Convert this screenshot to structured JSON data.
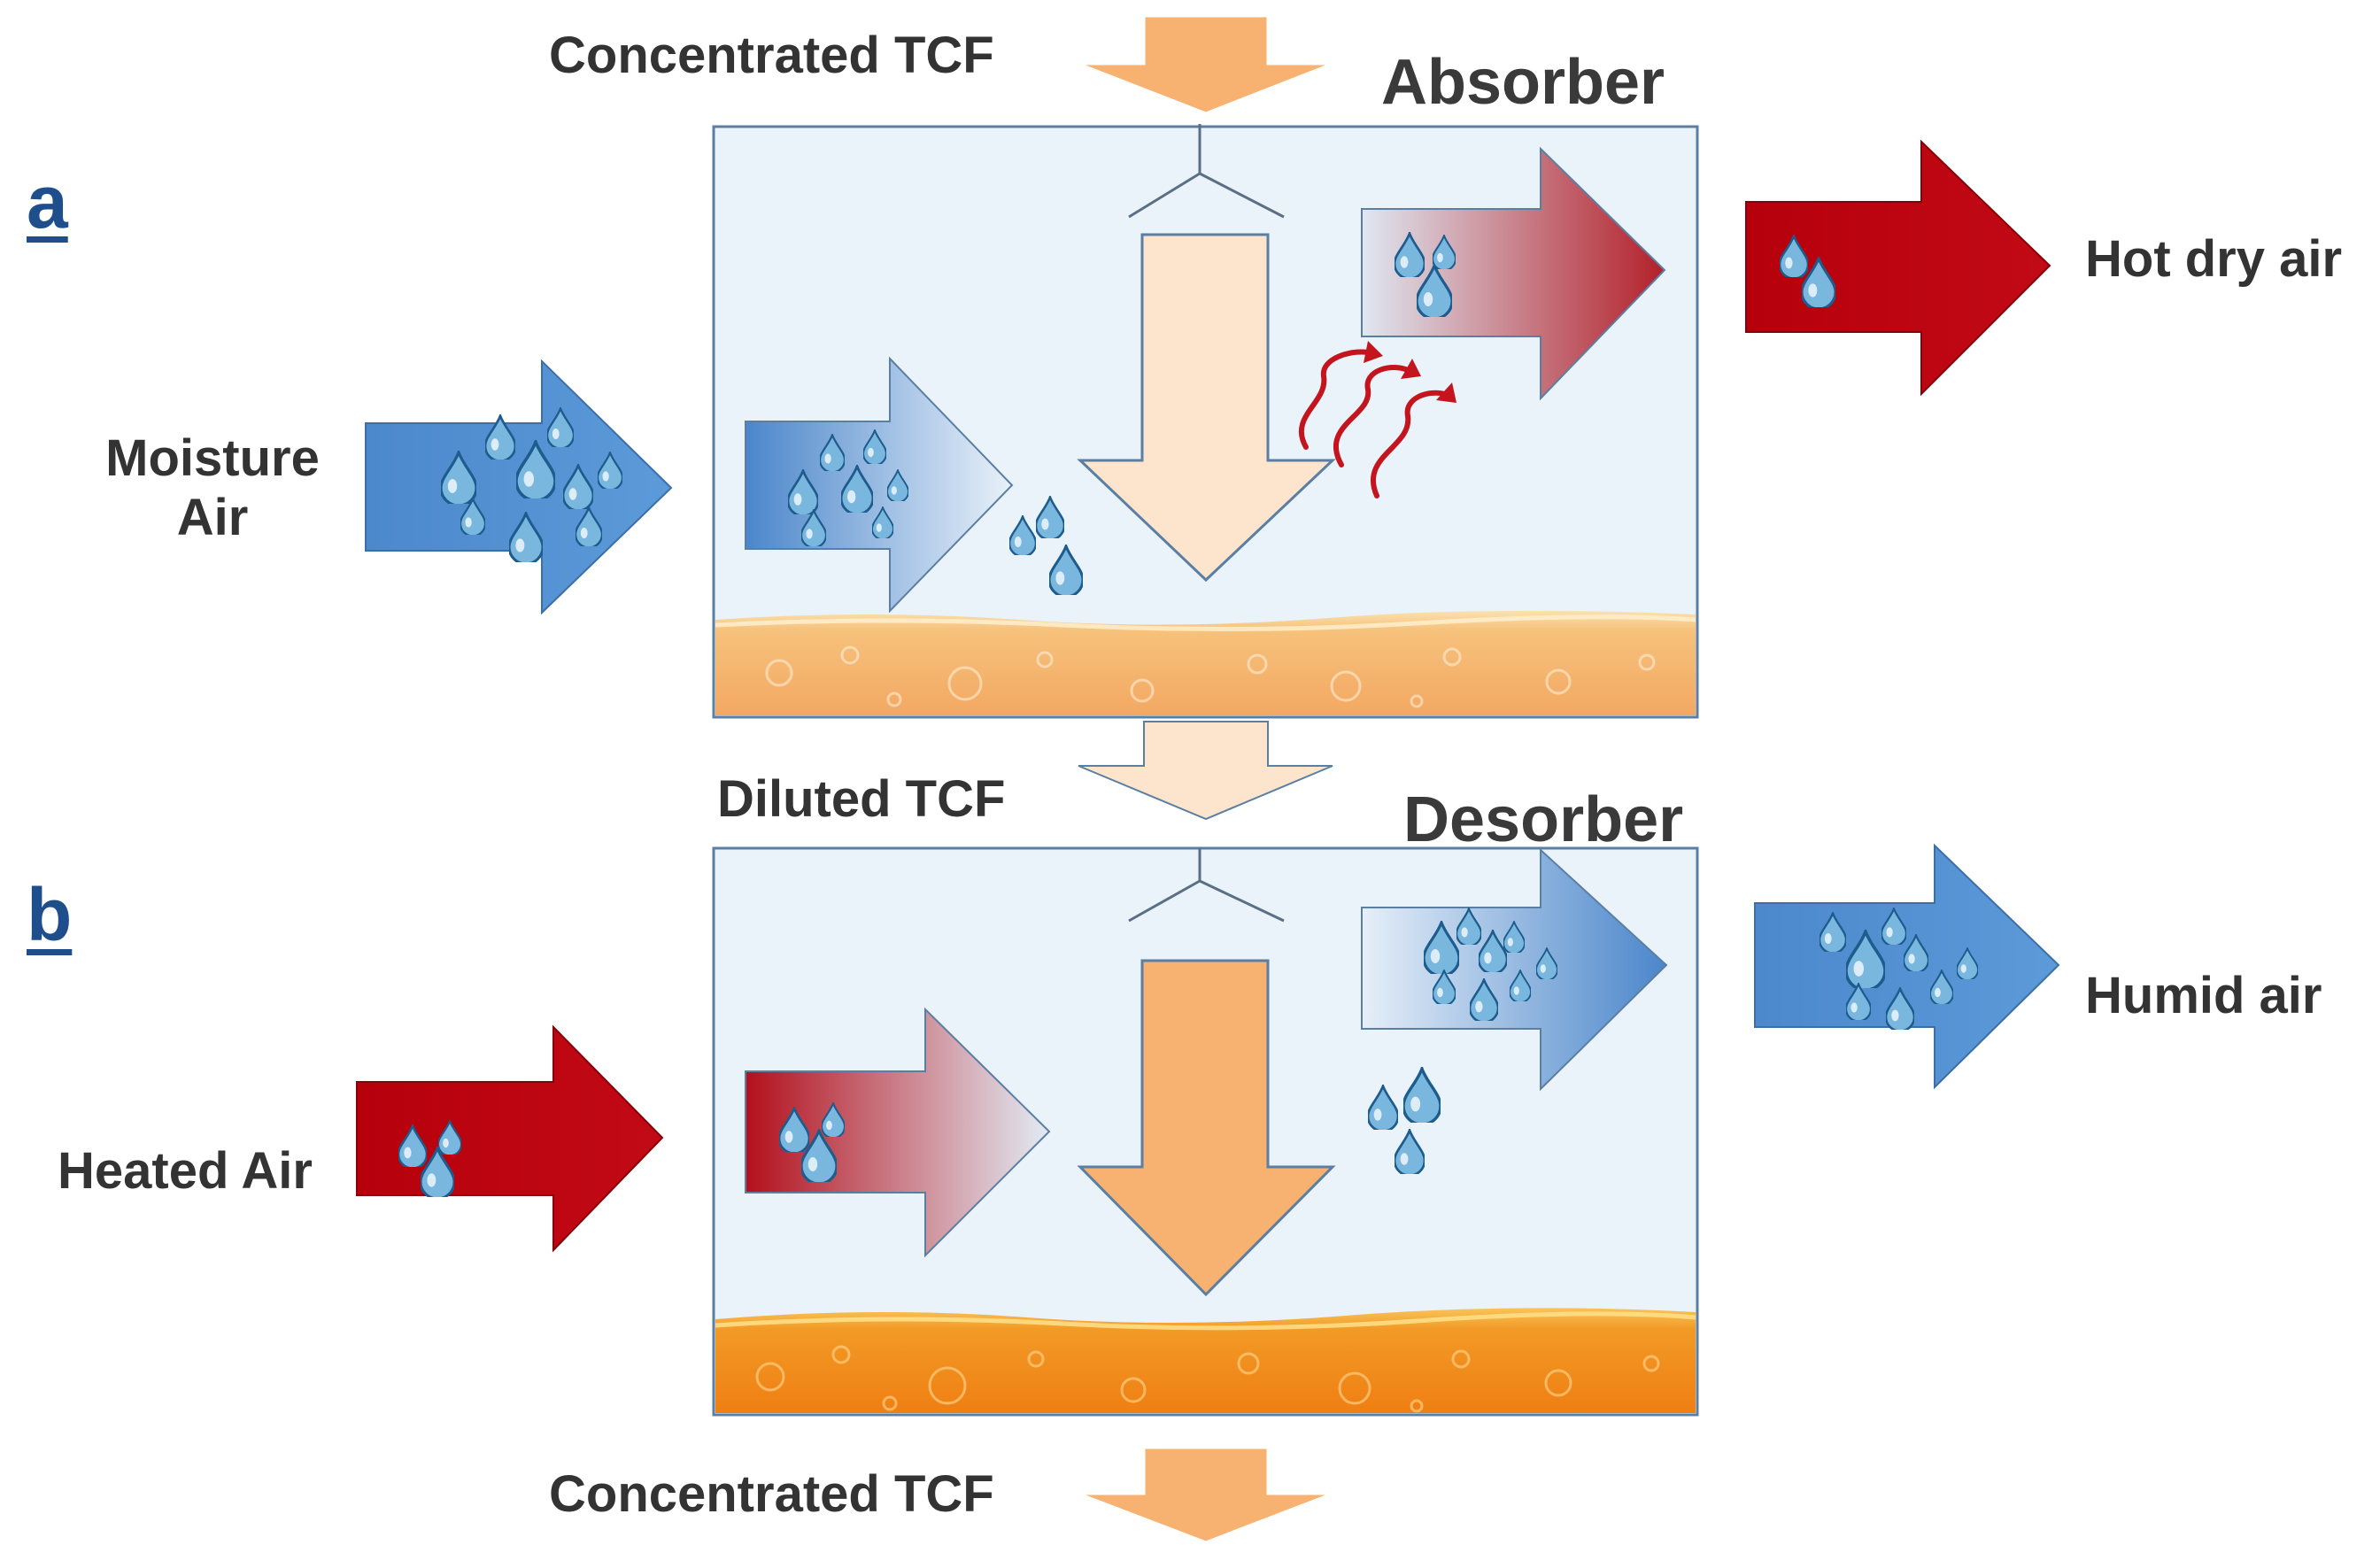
{
  "panels": {
    "a": {
      "letter": "a",
      "title": "Absorber",
      "top_label": "Concentrated TCF",
      "input_label": "Moisture Air",
      "output_label": "Hot dry air"
    },
    "b": {
      "letter": "b",
      "title": "Desorber",
      "top_label": "Diluted TCF",
      "input_label": "Heated Air",
      "output_label": "Humid air",
      "bottom_label": "Concentrated TCF"
    }
  },
  "colors": {
    "hot_air": "#b5000f",
    "humid_air": "#4f8fd3",
    "concentrated_tcf": "#f7b271",
    "diluted_tcf": "#fde4cc",
    "chamber_fill": "#eaf2fa",
    "liquid": "#f39a2a"
  }
}
